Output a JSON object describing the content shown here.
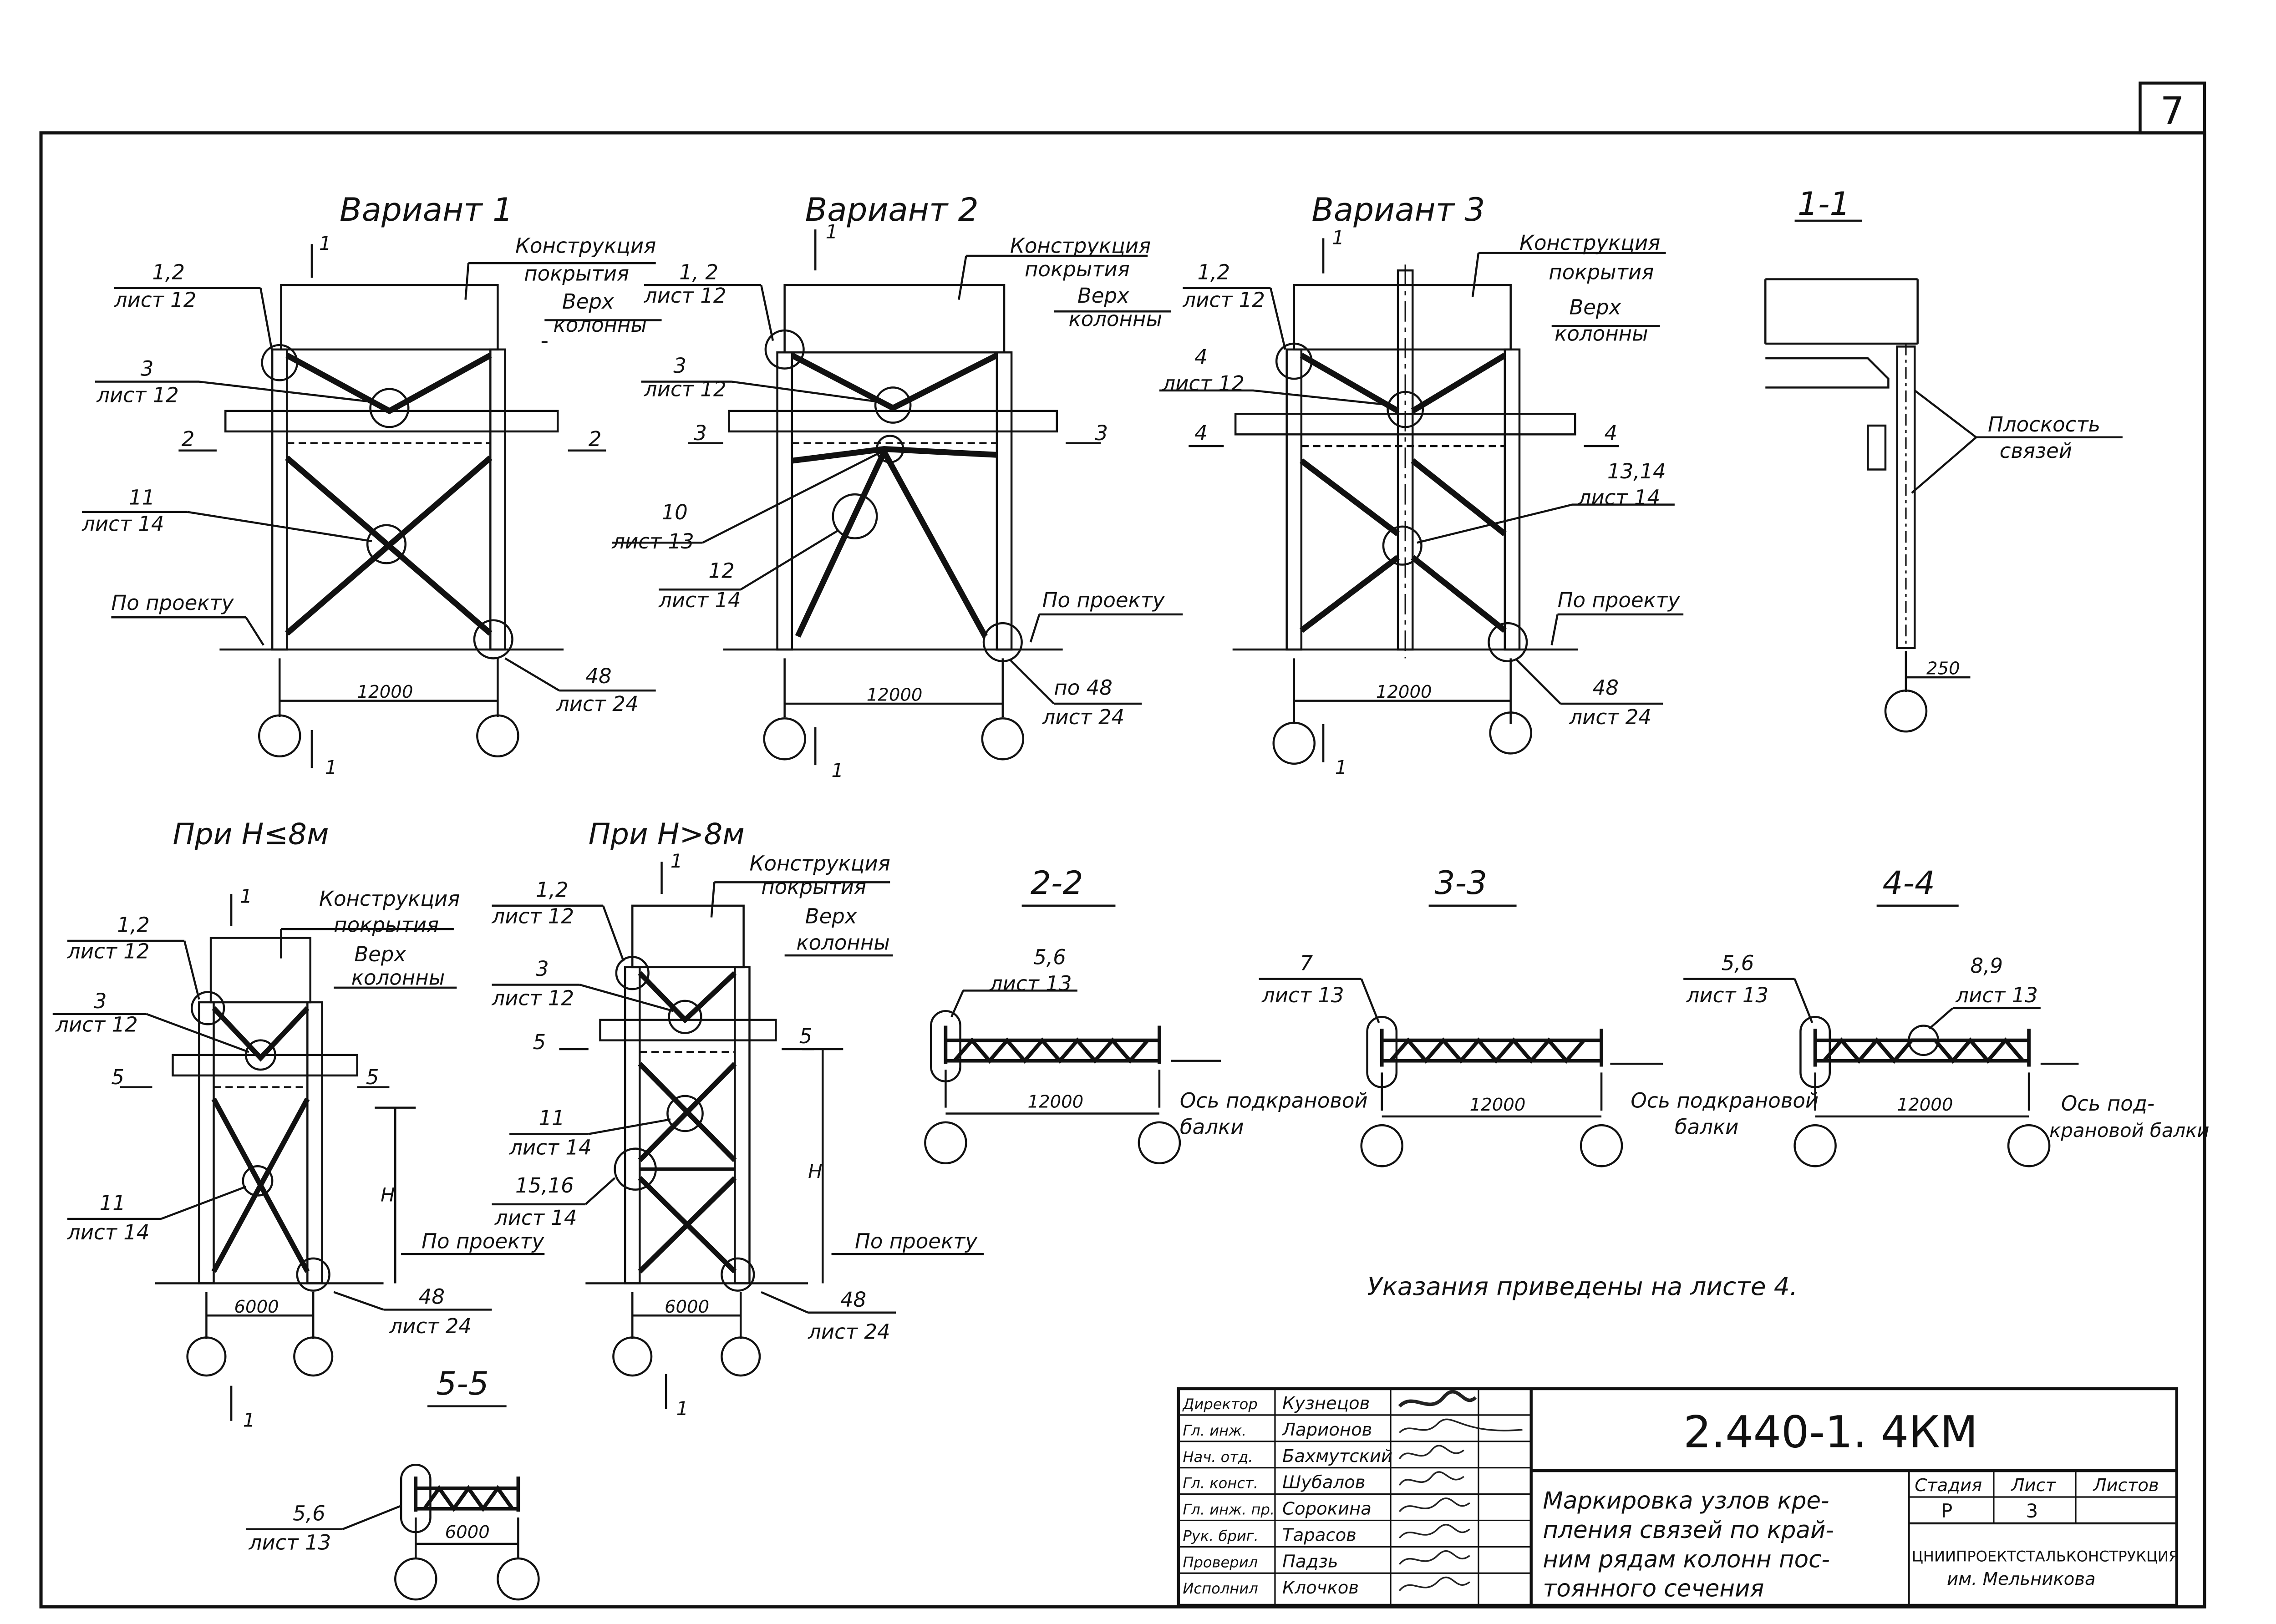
{
  "sheet_number": "7",
  "variants": {
    "v1": {
      "title": "Вариант 1",
      "cut_top": "1",
      "cut_bottom": "1",
      "roof_1": "Конструкция",
      "roof_2": "покрытия",
      "top_1": "Верх",
      "top_2": "колонны",
      "n12": "1,2",
      "n12_sheet": "лист 12",
      "n3": "3",
      "n3_sheet": "лист 12",
      "n11": "11",
      "n11_sheet": "лист 14",
      "n48": "48",
      "n48_sheet": "лист 24",
      "per_project": "По проекту",
      "sec_l": "2",
      "sec_r": "2",
      "span": "12000"
    },
    "v2": {
      "title": "Вариант 2",
      "cut_top": "1",
      "cut_bottom": "1",
      "roof_1": "Конструкция",
      "roof_2": "покрытия",
      "top_1": "Верх",
      "top_2": "колонны",
      "n12": "1, 2",
      "n12_sheet": "лист 12",
      "n3": "3",
      "n3_sheet": "лист 12",
      "n10": "10",
      "n10_sheet": "лист 13",
      "n12b": "12",
      "n12b_sheet": "лист 14",
      "n48": "по 48",
      "n48_sheet": "лист 24",
      "per_project": "По проекту",
      "sec_l": "3",
      "sec_r": "3",
      "span": "12000"
    },
    "v3": {
      "title": "Вариант 3",
      "cut_top": "1",
      "cut_bottom": "1",
      "roof_1": "Конструкция",
      "roof_2": "покрытия",
      "top_1": "Верх",
      "top_2": "колонны",
      "n12": "1,2",
      "n12_sheet": "лист 12",
      "n4": "4",
      "n4_sheet": "лист 12",
      "n1314": "13,14",
      "n1314_sheet": "лист 14",
      "n48": "48",
      "n48_sheet": "лист 24",
      "per_project": "По проекту",
      "sec_l": "4",
      "sec_r": "4",
      "span": "12000"
    }
  },
  "section_1_1": {
    "title": "1-1",
    "plane_1": "Плоскость",
    "plane_2": "связей",
    "dim": "250"
  },
  "low": {
    "title": "При H≤8м",
    "cut_top": "1",
    "cut_bottom": "1",
    "roof_1": "Конструкция",
    "roof_2": "покрытия",
    "top_1": "Верх",
    "top_2": "колонны",
    "n12": "1,2",
    "n12_sheet": "лист 12",
    "n3": "3",
    "n3_sheet": "лист 12",
    "n11": "11",
    "n11_sheet": "лист 14",
    "n48": "48",
    "n48_sheet": "лист 24",
    "per_project": "По проекту",
    "h": "H",
    "sec_l": "5",
    "sec_r": "5",
    "span": "6000"
  },
  "high": {
    "title": "При H>8м",
    "cut_top": "1",
    "cut_bottom": "1",
    "roof_1": "Конструкция",
    "roof_2": "покрытия",
    "top_1": "Верх",
    "top_2": "колонны",
    "n12": "1,2",
    "n12_sheet": "лист 12",
    "n3": "3",
    "n3_sheet": "лист 12",
    "n11": "11",
    "n11_sheet": "лист 14",
    "n1516": "15,16",
    "n1516_sheet": "лист 14",
    "n48": "48",
    "n48_sheet": "лист 24",
    "per_project": "По проекту",
    "h": "H",
    "sec_l": "5",
    "sec_r": "5",
    "span": "6000"
  },
  "sections": {
    "s22": {
      "title": "2-2",
      "node": "5,6",
      "node_sheet": "лист 13",
      "span": "12000",
      "axis_1": "Ось подкрановой",
      "axis_2": "балки"
    },
    "s33": {
      "title": "3-3",
      "node": "7",
      "node_sheet": "лист 13",
      "span": "12000",
      "axis_1": "Ось подкрановой",
      "axis_2": "балки"
    },
    "s44": {
      "title": "4-4",
      "node": "5,6",
      "node_sheet": "лист 13",
      "node2": "8,9",
      "node2_sheet": "лист 13",
      "span": "12000",
      "axis_1": "Ось под-",
      "axis_2": "крановой балки"
    },
    "s55": {
      "title": "5-5",
      "node": "5,6",
      "node_sheet": "лист 13",
      "span": "6000"
    }
  },
  "note": "Указания приведены на листе 4.",
  "title_block": {
    "code": "2.440-1. 4КМ",
    "description": [
      "Маркировка узлов кре-",
      "пления связей по край-",
      "ним рядам колонн пос-",
      "тоянного сечения"
    ],
    "stage_label": "Стадия",
    "sheet_label": "Лист",
    "sheets_label": "Листов",
    "stage": "Р",
    "sheet": "3",
    "org_1": "ЦНИИПРОЕКТСТАЛЬКОНСТРУКЦИЯ",
    "org_2": "им. Мельникова",
    "roles": [
      {
        "role": "Директор",
        "name": "Кузнецов"
      },
      {
        "role": "Гл. инж.",
        "name": "Ларионов"
      },
      {
        "role": "Нач. отд.",
        "name": "Бахмутский"
      },
      {
        "role": "Гл. конст.",
        "name": "Шубалов"
      },
      {
        "role": "Гл. инж. пр.",
        "name": "Сорокина"
      },
      {
        "role": "Рук. бриг.",
        "name": "Тарасов"
      },
      {
        "role": "Проверил",
        "name": "Падзь"
      },
      {
        "role": "Исполнил",
        "name": "Клочков"
      }
    ]
  }
}
